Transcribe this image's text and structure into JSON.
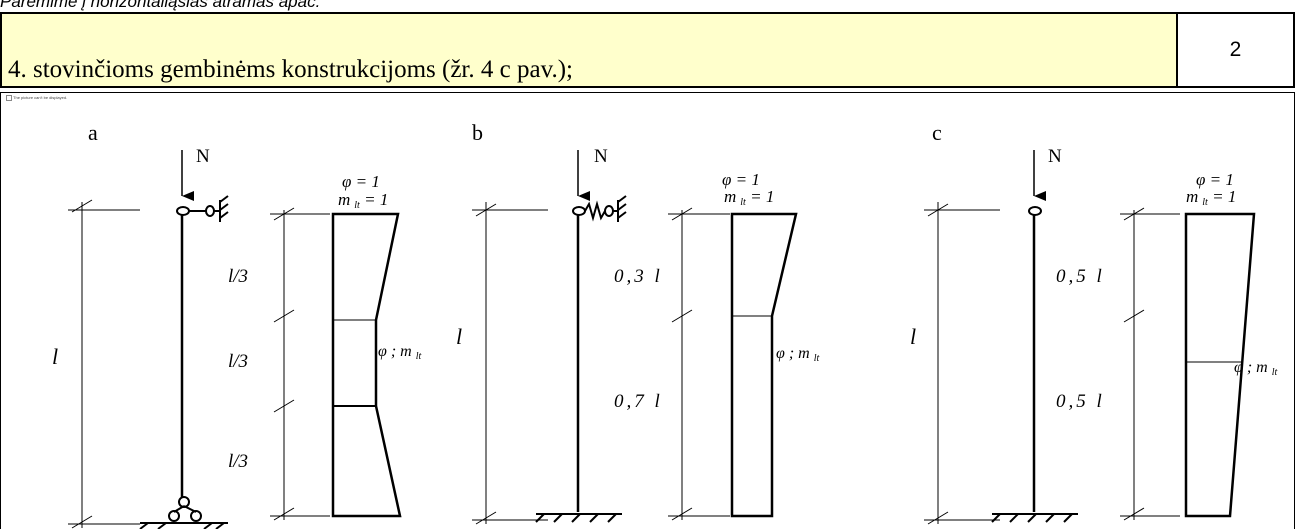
{
  "header_row": {
    "cut_text": "Parėmime į horizontaliąsias atramas apač.",
    "text": "4. stovinčioms gembinėms konstrukcijoms (žr. 4 c pav.);",
    "number": "2"
  },
  "broken_image_notice": "The picture can't be displayed.",
  "figure": {
    "panels": [
      {
        "letter": "a",
        "force": "N",
        "length": "l",
        "seg_labels": [
          "l/3",
          "l/3",
          "l/3"
        ],
        "top_phi": "φ = 1",
        "top_m": "m",
        "top_m_sub": "lt",
        "top_m_val": " = 1",
        "mid_label": "φ ; m",
        "mid_sub": "lt"
      },
      {
        "letter": "b",
        "force": "N",
        "length": "l",
        "seg_labels": [
          "0,3 l",
          "0,7 l"
        ],
        "top_phi": "φ = 1",
        "top_m": "m",
        "top_m_sub": "lt",
        "top_m_val": " = 1",
        "mid_label": "φ ; m",
        "mid_sub": "lt"
      },
      {
        "letter": "c",
        "force": "N",
        "length": "l",
        "seg_labels": [
          "0,5 l",
          "0,5 l"
        ],
        "top_phi": "φ = 1",
        "top_m": "m",
        "top_m_sub": "lt",
        "top_m_val": " = 1",
        "mid_label": "φ ; m",
        "mid_sub": "lt"
      }
    ]
  }
}
